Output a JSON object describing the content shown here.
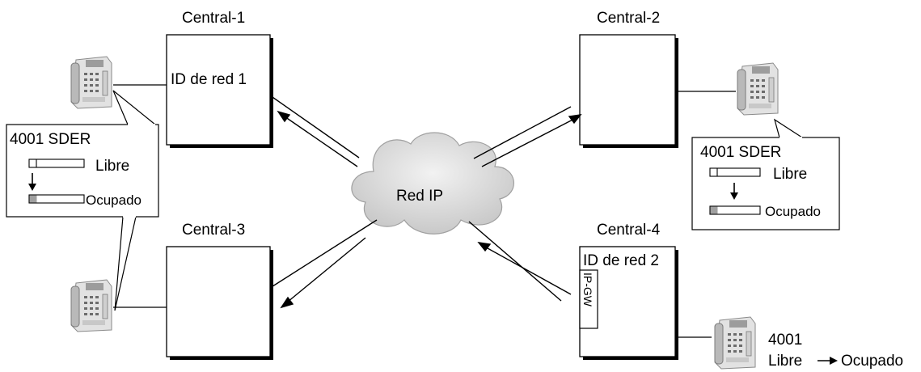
{
  "centrals": [
    {
      "title": "Central-1",
      "network_label": "ID de red 1"
    },
    {
      "title": "Central-2",
      "network_label": ""
    },
    {
      "title": "Central-3",
      "network_label": ""
    },
    {
      "title": "Central-4",
      "network_label": "ID de red 2",
      "gateway_label": "IP-GW"
    }
  ],
  "cloud_label": "Red IP",
  "left_callout": {
    "title": "4001 SDER",
    "state_free": "Libre",
    "state_busy": "Ocupado"
  },
  "right_callout": {
    "title": "4001 SDER",
    "state_free": "Libre",
    "state_busy": "Ocupado"
  },
  "bottom_phone": {
    "extension": "4001",
    "state_free": "Libre",
    "state_busy": "Ocupado"
  },
  "icons": [
    "telephone-icon",
    "down-arrow-icon",
    "right-arrow-icon",
    "cloud-icon"
  ],
  "colors": {
    "line": "#000000",
    "phone_body": "#e4e4e4",
    "phone_shade": "#a8a8a8",
    "cloud": "#d9d9d9",
    "busy_lamp": "#a0a0a0"
  }
}
